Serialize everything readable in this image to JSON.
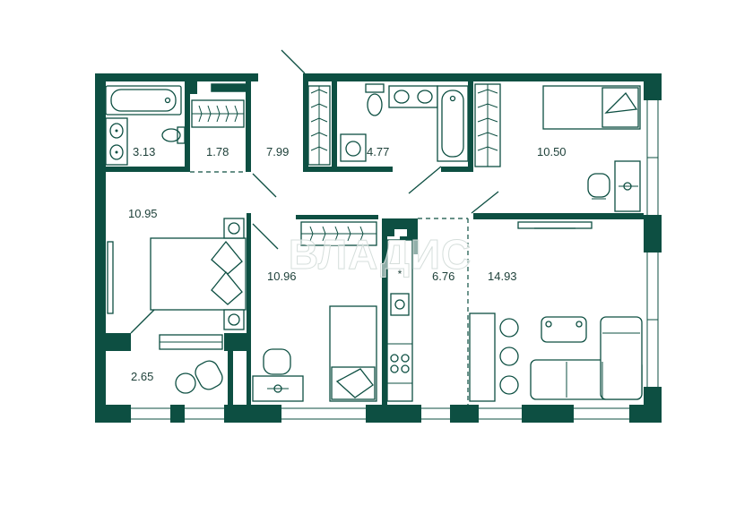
{
  "floor_plan": {
    "watermark": "ВЛАДИС",
    "rooms": [
      {
        "id": "bathroom",
        "area": "3.13"
      },
      {
        "id": "wardrobe-small",
        "area": "1.78"
      },
      {
        "id": "hall-entrance",
        "area": "7.99"
      },
      {
        "id": "washroom",
        "area": "4.77"
      },
      {
        "id": "bedroom-right",
        "area": "10.50"
      },
      {
        "id": "corridor",
        "area": "10.95"
      },
      {
        "id": "bedroom-master",
        "area": "10.96"
      },
      {
        "id": "kitchen",
        "area": "6.76"
      },
      {
        "id": "living-room",
        "area": "14.93"
      },
      {
        "id": "balcony-study",
        "area": "2.65"
      }
    ]
  }
}
